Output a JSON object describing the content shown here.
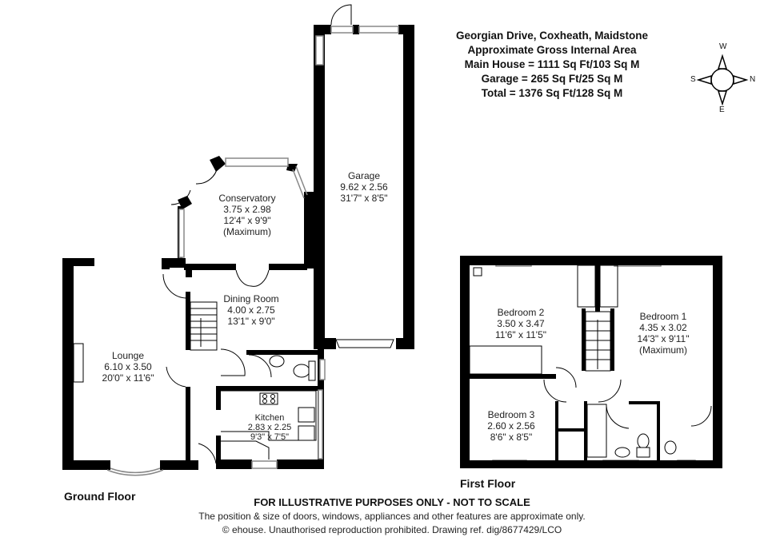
{
  "header": {
    "address": "Georgian Drive, Coxheath, Maidstone",
    "subtitle": "Approximate Gross Internal Area",
    "main_house": "Main House = 1111 Sq Ft/103 Sq M",
    "garage": "Garage = 265 Sq Ft/25 Sq M",
    "total": "Total = 1376 Sq Ft/128 Sq M"
  },
  "compass": {
    "top": "W",
    "left": "S",
    "right": "N",
    "bottom": "E"
  },
  "floors": {
    "ground": {
      "label": "Ground Floor",
      "rooms": [
        {
          "name": "Conservatory",
          "metric": "3.75 x 2.98",
          "imperial": "12'4\" x 9'9\"",
          "note": "(Maximum)"
        },
        {
          "name": "Garage",
          "metric": "9.62 x 2.56",
          "imperial": "31'7\" x 8'5\""
        },
        {
          "name": "Dining Room",
          "metric": "4.00 x 2.75",
          "imperial": "13'1\" x 9'0\""
        },
        {
          "name": "Lounge",
          "metric": "6.10 x 3.50",
          "imperial": "20'0\" x 11'6\""
        },
        {
          "name": "Kitchen",
          "metric": "2.83 x 2.25",
          "imperial": "9'3\" x 7'5\""
        }
      ]
    },
    "first": {
      "label": "First Floor",
      "rooms": [
        {
          "name": "Bedroom 2",
          "metric": "3.50 x 3.47",
          "imperial": "11'6\" x 11'5\""
        },
        {
          "name": "Bedroom 1",
          "metric": "4.35 x 3.02",
          "imperial": "14'3\" x 9'11\"",
          "note": "(Maximum)"
        },
        {
          "name": "Bedroom 3",
          "metric": "2.60 x 2.56",
          "imperial": "8'6\" x 8'5\""
        }
      ]
    }
  },
  "footer": {
    "disclaimer": "FOR ILLUSTRATIVE PURPOSES ONLY - NOT TO SCALE",
    "note": "The position & size of doors, windows, appliances and other features are approximate only.",
    "copyright": "© ehouse. Unauthorised reproduction prohibited. Drawing ref. dig/8677429/LCO"
  },
  "colors": {
    "wall": "#000000",
    "window": "#999999",
    "background": "#ffffff",
    "text": "#222222"
  }
}
